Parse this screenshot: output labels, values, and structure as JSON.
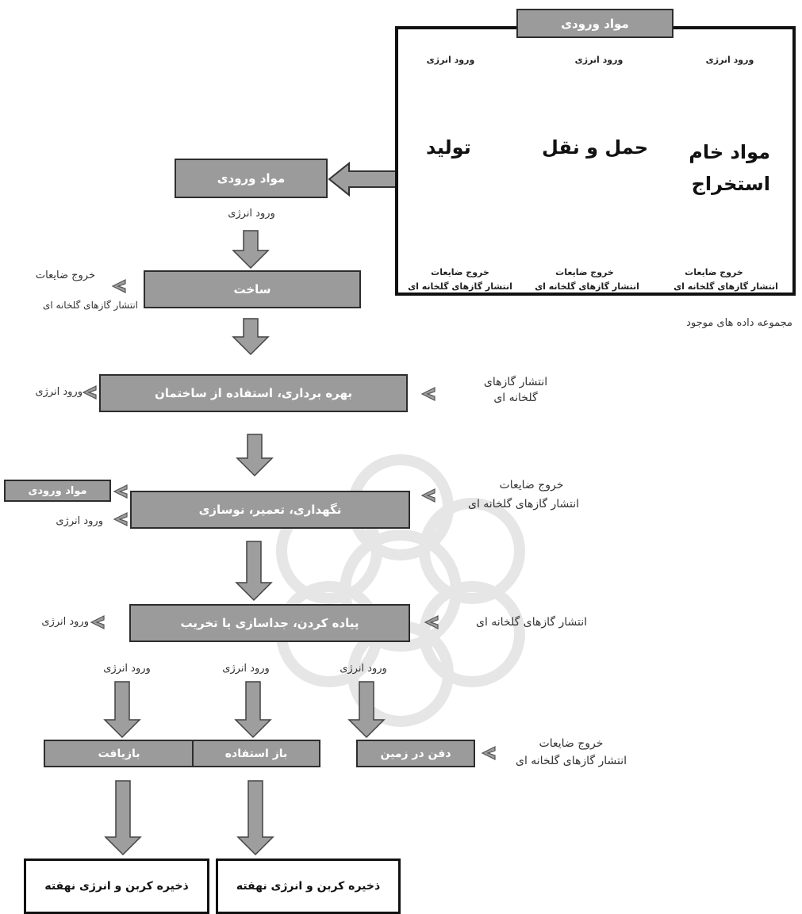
{
  "colors": {
    "box_fill": "#9b9b9b",
    "box_border": "#2d2d2d",
    "arrow_fill": "#9e9e9e",
    "watermark": "#e6e6e6"
  },
  "source": {
    "header": "مواد ورودی",
    "energy_input": "ورود انرژی",
    "stage_extraction": "مواد خام\nاستخراج",
    "stage_transport": "حمل و نقل",
    "stage_production": "تولید",
    "waste_out": "خروج ضایعات",
    "ghg_out": "انتشار گازهای گلخانه ای",
    "caption": "مجموعه داده های موجود"
  },
  "flow": {
    "input_materials": "مواد ورودی",
    "energy_input": "ورود انرژی",
    "construction": "ساخت",
    "construction_waste": "خروج ضایعات",
    "construction_ghg": "انتشار گازهای گلخانه ای",
    "operation": "بهره برداری، استفاده از ساختمان",
    "operation_ghg": "انتشار گازهای\nگلخانه ای",
    "maintenance": "نگهداری، تعمیر، نوسازی",
    "maintenance_input": "مواد ورودی",
    "maintenance_waste": "خروج ضایعات",
    "maintenance_ghg": "انتشار گازهای گلخانه ای",
    "demolition": "پیاده کردن، جداسازی یا تخریب",
    "demolition_ghg": "انتشار گازهای گلخانه ای",
    "recycling": "بازیافت",
    "reuse": "باز استفاده",
    "landfill": "دفن در زمین",
    "landfill_waste": "خروج ضایعات",
    "landfill_ghg": "انتشار گازهای گلخانه ای",
    "storage": "ذخیره کربن و انرژی نهفته"
  }
}
